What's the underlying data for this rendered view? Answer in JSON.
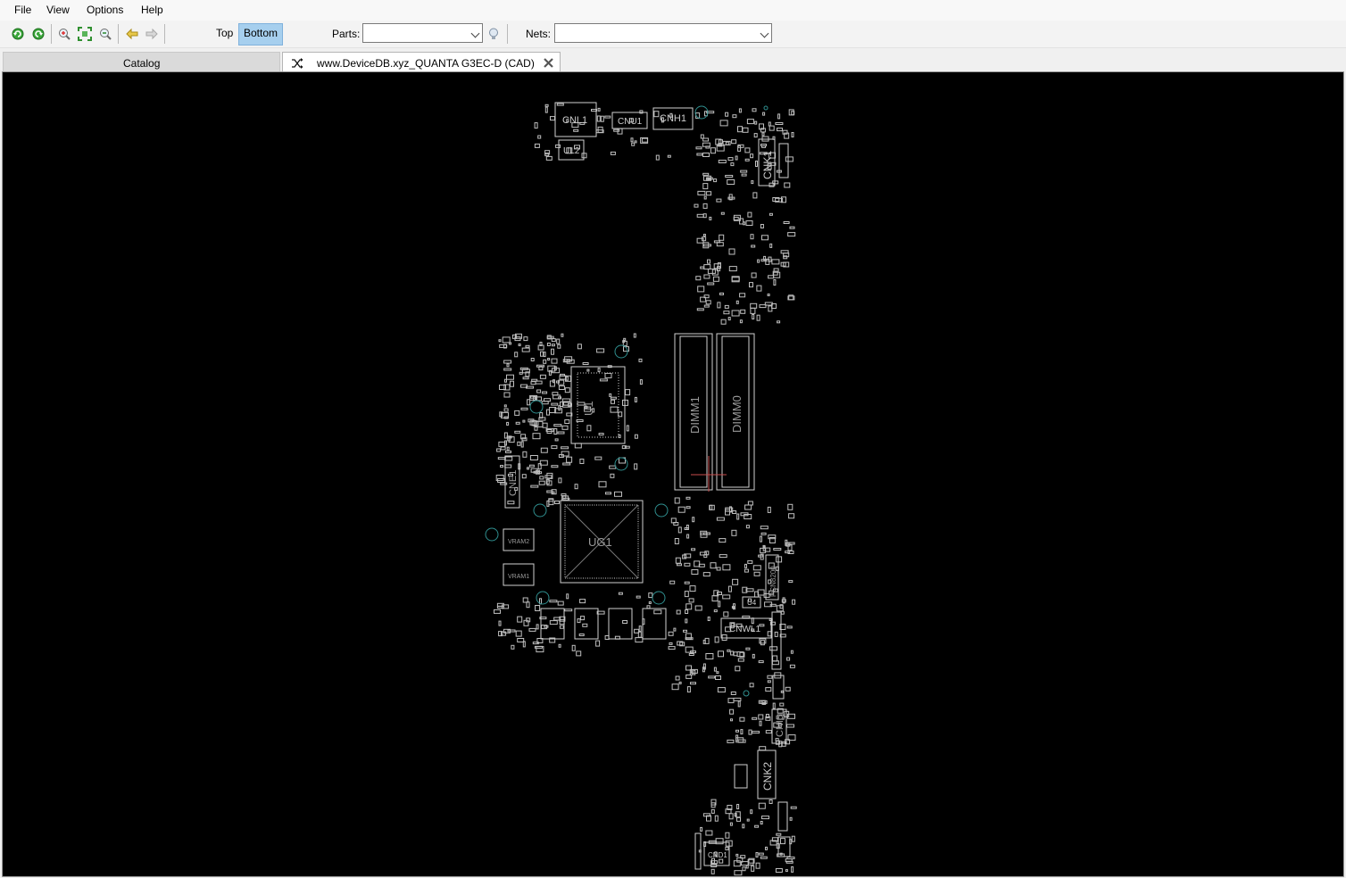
{
  "menu": [
    "File",
    "View",
    "Options",
    "Help"
  ],
  "toolbar": {
    "top_label": "Top",
    "bottom_label": "Bottom",
    "parts_label": "Parts:",
    "parts_value": "",
    "nets_label": "Nets:",
    "nets_value": "",
    "icons": [
      "rotate-left-icon",
      "rotate-right-icon",
      "zoom-in-icon",
      "zoom-fit-icon",
      "zoom-out-icon",
      "arrow-back-icon",
      "arrow-forward-icon",
      "lightbulb-icon"
    ]
  },
  "tabs": {
    "catalog": "Catalog",
    "document": "www.DeviceDB.xyz_QUANTA G3EC-D (CAD)"
  },
  "board": {
    "side": "Bottom",
    "background": "#000000",
    "outline_color": "#c8c8c8",
    "labels": {
      "cnl1": "CNL1",
      "cnu1": "CNU1",
      "cnh1": "CNH1",
      "ul2": "UL2",
      "cnk1": "CNK1",
      "u1": "U1",
      "dimm1": "DIMM1",
      "dimm0": "DIMM0",
      "cne1": "CNE1",
      "ug1": "UG1",
      "vram2": "VRAM2",
      "vram1": "VRAM1",
      "cnwl1": "CNWL1",
      "pcn8200": "PCN8200",
      "u4": "U4",
      "cni5": "CNI5",
      "cnk2": "CNK2",
      "cnd1": "CND1"
    }
  }
}
